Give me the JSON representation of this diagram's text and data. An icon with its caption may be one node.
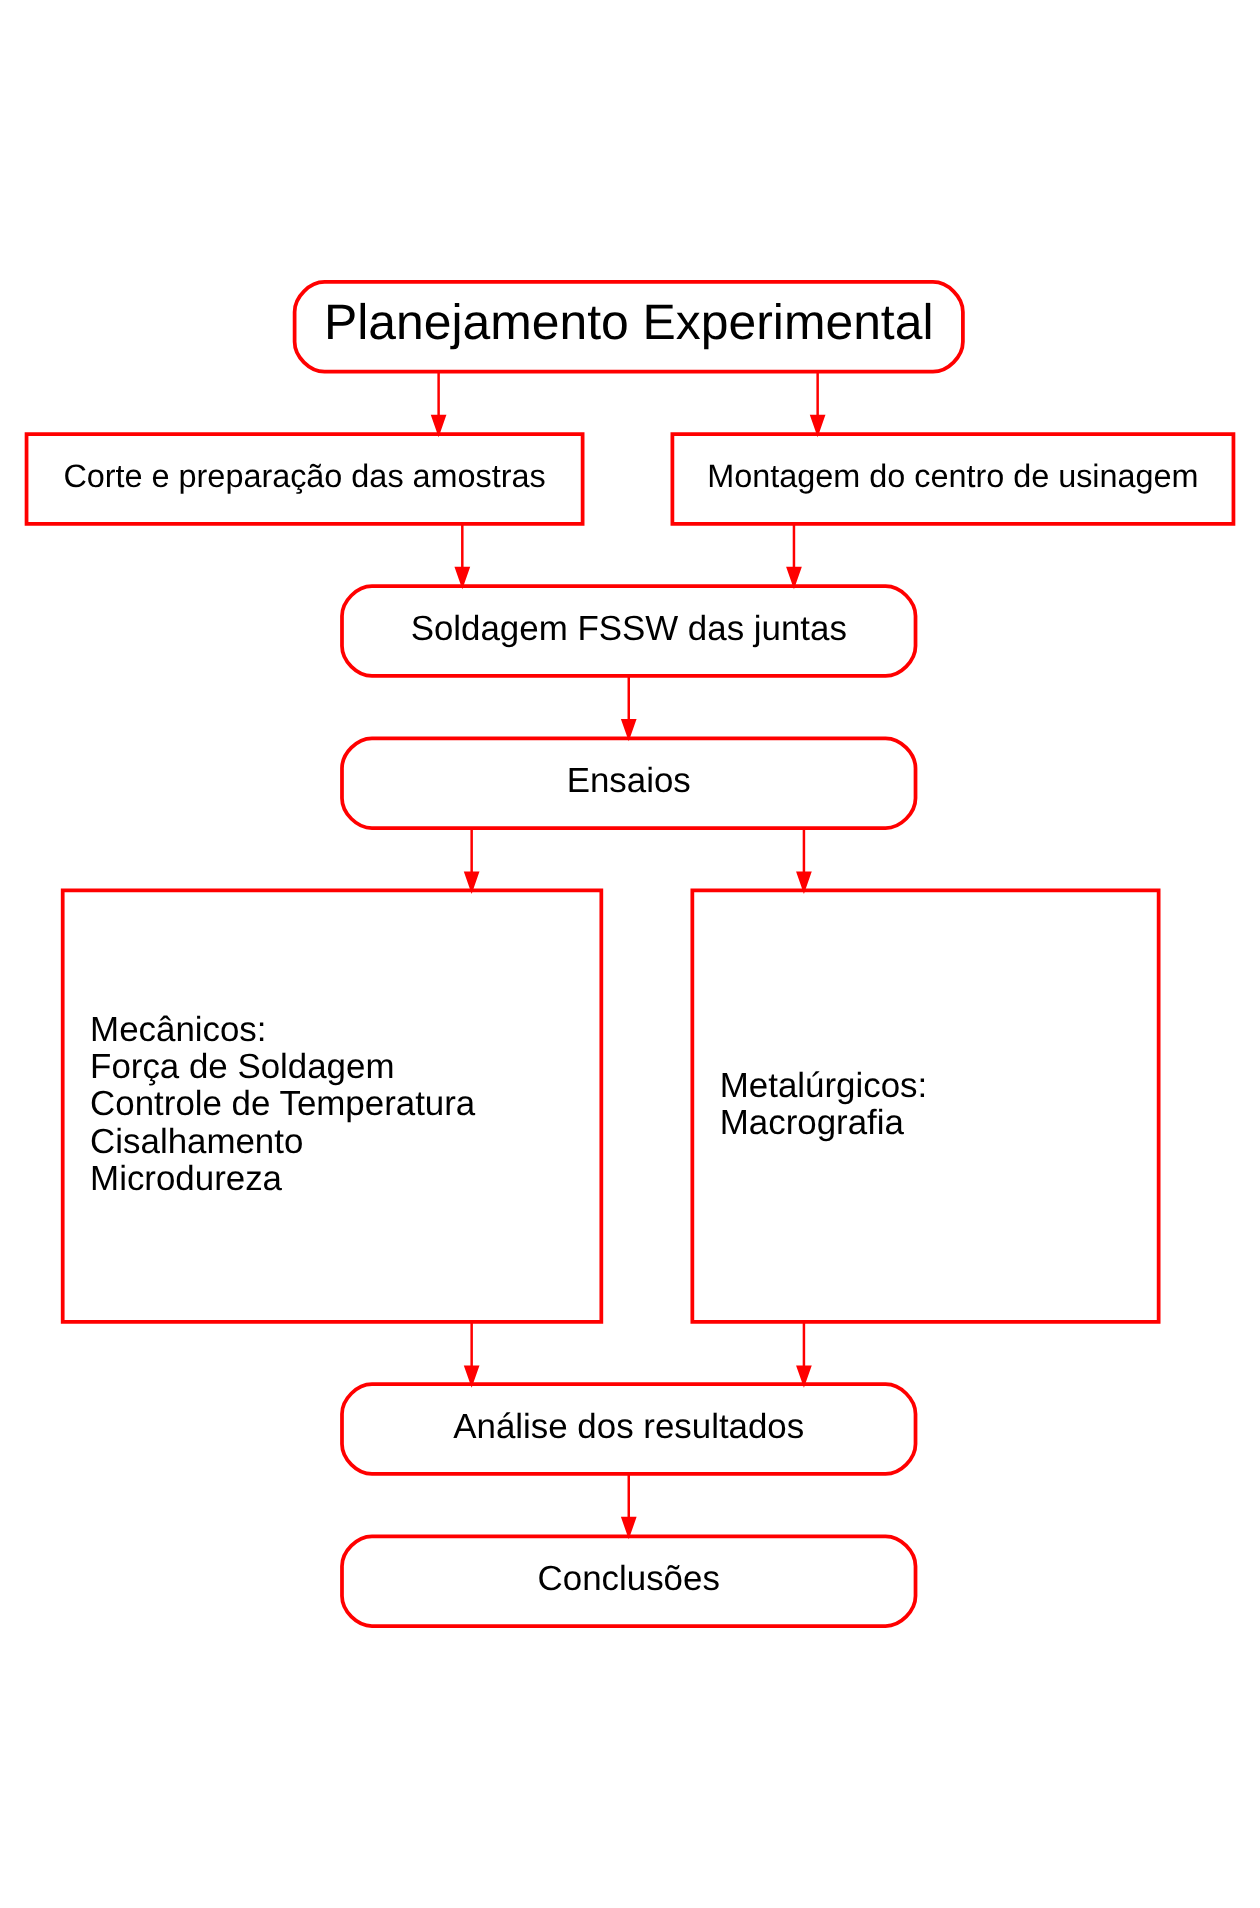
{
  "diagram": {
    "nodes": [
      {
        "text": [
          "Planejamento Experimental"
        ]
      },
      {
        "text": [
          "Corte e preparação das amostras"
        ]
      },
      {
        "text": [
          "Montagem do centro de usinagem"
        ]
      },
      {
        "text": [
          "Soldagem FSSW das juntas"
        ]
      },
      {
        "text": [
          "Ensaios"
        ]
      },
      {
        "text": [
          "Mecânicos:",
          "Força de Soldagem",
          "Controle de Temperatura",
          "Cisalhamento",
          "Microdureza"
        ]
      },
      {
        "text": [
          "Metalúrgicos:",
          "Macrografia"
        ]
      },
      {
        "text": [
          "Análise dos resultados"
        ]
      },
      {
        "text": [
          "Conclusões"
        ]
      }
    ],
    "edges": [
      {
        "from": 0,
        "to": 1,
        "arrow": "to"
      },
      {
        "from": 0,
        "to": 2,
        "arrow": "to"
      },
      {
        "from": 1,
        "to": 3,
        "arrow": "to"
      },
      {
        "from": 2,
        "to": 3,
        "arrow": "to"
      },
      {
        "from": 3,
        "to": 4,
        "arrow": "to"
      },
      {
        "from": 4,
        "to": 5,
        "arrow": "to"
      },
      {
        "from": 4,
        "to": 6,
        "arrow": "to"
      },
      {
        "from": 5,
        "to": 7,
        "arrow": "to"
      },
      {
        "from": 6,
        "to": 7,
        "arrow": "to"
      },
      {
        "from": 7,
        "to": 8,
        "arrow": "to"
      }
    ]
  }
}
